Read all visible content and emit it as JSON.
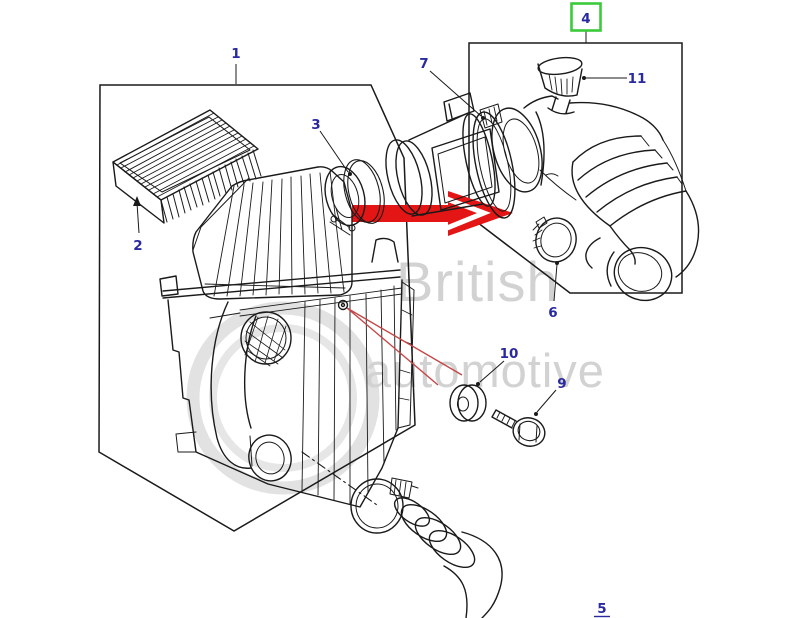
{
  "watermark": {
    "line1": "British",
    "line2": "automotive"
  },
  "callouts": {
    "c1": {
      "label": "1"
    },
    "c2": {
      "label": "2"
    },
    "c3": {
      "label": "3"
    },
    "c4": {
      "label": "4"
    },
    "c5": {
      "label": "5"
    },
    "c6": {
      "label": "6"
    },
    "c7": {
      "label": "7"
    },
    "c9": {
      "label": "9"
    },
    "c10": {
      "label": "10"
    },
    "c11": {
      "label": "11"
    }
  },
  "selected_callout": "4",
  "colors": {
    "callout_text": "#2a2aa0",
    "selected_box_border": "#3aca3a",
    "arrow_red": "#e31515",
    "annotation_red": "#c54848",
    "watermark_gray": "#d2d2d2",
    "line_art": "#1a1a1a"
  }
}
